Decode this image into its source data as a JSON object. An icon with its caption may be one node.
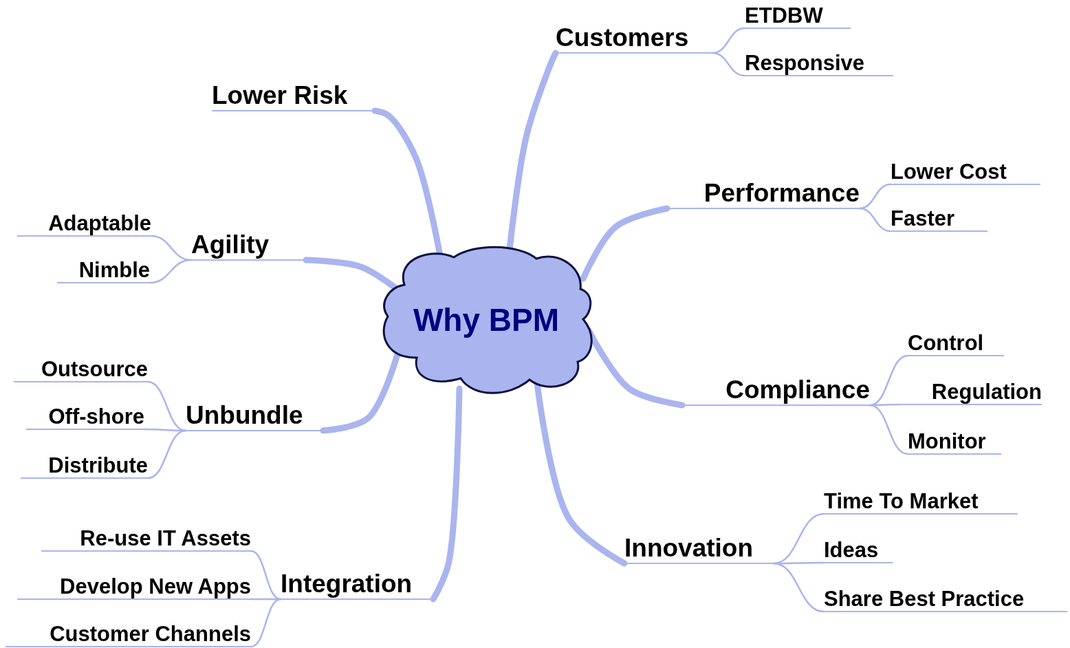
{
  "diagram": {
    "nodes": [
      {
        "text": [
          "Why BPM"
        ]
      },
      {
        "text": [
          "Customers"
        ]
      },
      {
        "text": [
          "ETDBW"
        ]
      },
      {
        "text": [
          "Responsive"
        ]
      },
      {
        "text": [
          "Lower Risk"
        ]
      },
      {
        "text": [
          "Performance"
        ]
      },
      {
        "text": [
          "Lower Cost"
        ]
      },
      {
        "text": [
          "Faster"
        ]
      },
      {
        "text": [
          "Agility"
        ]
      },
      {
        "text": [
          "Adaptable"
        ]
      },
      {
        "text": [
          "Nimble"
        ]
      },
      {
        "text": [
          "Compliance"
        ]
      },
      {
        "text": [
          "Control"
        ]
      },
      {
        "text": [
          "Regulation"
        ]
      },
      {
        "text": [
          "Monitor"
        ]
      },
      {
        "text": [
          "Unbundle"
        ]
      },
      {
        "text": [
          "Outsource"
        ]
      },
      {
        "text": [
          "Off-shore"
        ]
      },
      {
        "text": [
          "Distribute"
        ]
      },
      {
        "text": [
          "Innovation"
        ]
      },
      {
        "text": [
          "Time To Market"
        ]
      },
      {
        "text": [
          "Ideas"
        ]
      },
      {
        "text": [
          "Share Best Practice"
        ]
      },
      {
        "text": [
          "Integration"
        ]
      },
      {
        "text": [
          "Re-use IT Assets"
        ]
      },
      {
        "text": [
          "Develop New Apps"
        ]
      },
      {
        "text": [
          "Customer Channels"
        ]
      }
    ],
    "edges": [
      {
        "from": 0,
        "to": 1,
        "arrow": "none",
        "style": "thick"
      },
      {
        "from": 1,
        "to": 2,
        "arrow": "none"
      },
      {
        "from": 1,
        "to": 3,
        "arrow": "none"
      },
      {
        "from": 0,
        "to": 4,
        "arrow": "none",
        "style": "thick"
      },
      {
        "from": 0,
        "to": 5,
        "arrow": "none",
        "style": "thick"
      },
      {
        "from": 5,
        "to": 6,
        "arrow": "none"
      },
      {
        "from": 5,
        "to": 7,
        "arrow": "none"
      },
      {
        "from": 0,
        "to": 8,
        "arrow": "none",
        "style": "thick"
      },
      {
        "from": 8,
        "to": 9,
        "arrow": "none"
      },
      {
        "from": 8,
        "to": 10,
        "arrow": "none"
      },
      {
        "from": 0,
        "to": 11,
        "arrow": "none",
        "style": "thick"
      },
      {
        "from": 11,
        "to": 12,
        "arrow": "none"
      },
      {
        "from": 11,
        "to": 13,
        "arrow": "none"
      },
      {
        "from": 11,
        "to": 14,
        "arrow": "none"
      },
      {
        "from": 0,
        "to": 15,
        "arrow": "none",
        "style": "thick"
      },
      {
        "from": 15,
        "to": 16,
        "arrow": "none"
      },
      {
        "from": 15,
        "to": 17,
        "arrow": "none"
      },
      {
        "from": 15,
        "to": 18,
        "arrow": "none"
      },
      {
        "from": 0,
        "to": 19,
        "arrow": "none",
        "style": "thick"
      },
      {
        "from": 19,
        "to": 20,
        "arrow": "none"
      },
      {
        "from": 19,
        "to": 21,
        "arrow": "none"
      },
      {
        "from": 19,
        "to": 22,
        "arrow": "none"
      },
      {
        "from": 0,
        "to": 23,
        "arrow": "none",
        "style": "thick"
      },
      {
        "from": 23,
        "to": 24,
        "arrow": "none"
      },
      {
        "from": 23,
        "to": 25,
        "arrow": "none"
      },
      {
        "from": 23,
        "to": 26,
        "arrow": "none"
      }
    ]
  }
}
